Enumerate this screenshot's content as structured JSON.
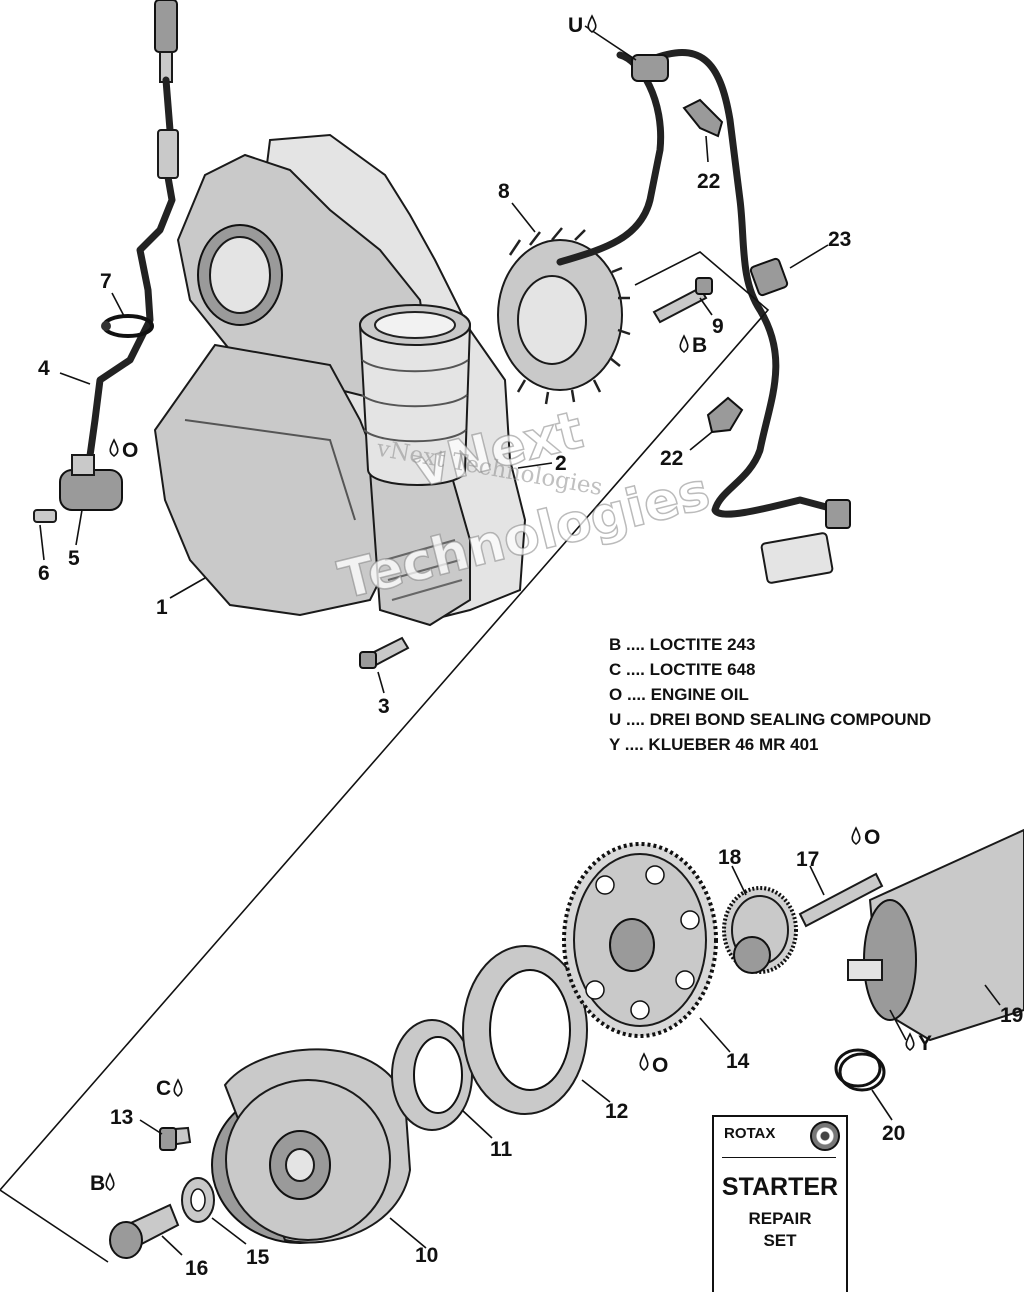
{
  "callouts": {
    "c1": "1",
    "c2": "2",
    "c3": "3",
    "c4": "4",
    "c5": "5",
    "c6": "6",
    "c7": "7",
    "c8": "8",
    "c9": "9",
    "c10": "10",
    "c11": "11",
    "c12": "12",
    "c13": "13",
    "c14": "14",
    "c15": "15",
    "c16": "16",
    "c17": "17",
    "c18": "18",
    "c19": "19",
    "c20": "20",
    "c22a": "22",
    "c22b": "22",
    "c23": "23"
  },
  "marks": {
    "m_u": "U",
    "m_o_sensor": "O",
    "m_b_bolt9": "B",
    "m_o_gear": "O",
    "m_o_shaft": "O",
    "m_y_starter": "Y",
    "m_c_bolt13": "C",
    "m_b_bolt16": "B"
  },
  "legend": [
    {
      "code": "B",
      "text": "LOCTITE 243"
    },
    {
      "code": "C",
      "text": "LOCTITE 648"
    },
    {
      "code": "O",
      "text": "ENGINE OIL"
    },
    {
      "code": "U",
      "text": "DREI BOND SEALING COMPOUND"
    },
    {
      "code": "Y",
      "text": "KLUEBER 46 MR 401"
    }
  ],
  "legend_sep": "....",
  "label": {
    "brand": "ROTAX",
    "title": "STARTER",
    "line2": "REPAIR",
    "line3": "SET"
  },
  "watermark": {
    "line1": "vNext",
    "line2": "Technologies",
    "line3": "vNext Technologies"
  },
  "colors": {
    "part_fill": "#c9c9c9",
    "part_dark": "#9a9a9a",
    "ink": "#111111"
  }
}
